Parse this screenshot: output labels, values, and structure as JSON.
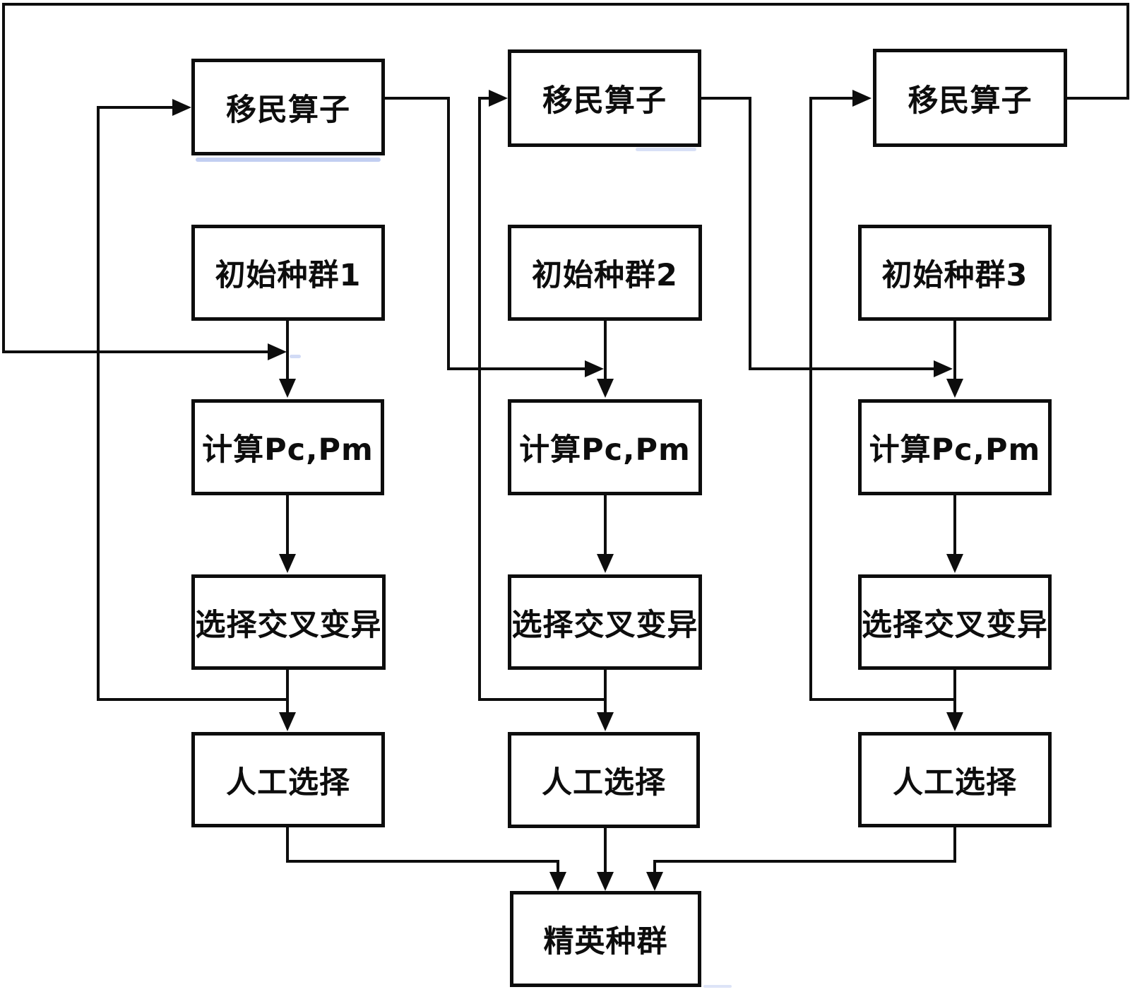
{
  "diagram": {
    "title_hint": "multi-population genetic algorithm flowchart",
    "ink_color": "#0d0d0d",
    "background_color": "#ffffff",
    "artifact_color": "#8fa6e6",
    "columns": [
      {
        "name": "column-1",
        "nodes": [
          {
            "id": "m1",
            "label": "移民算子"
          },
          {
            "id": "i1",
            "label": "初始种群1"
          },
          {
            "id": "c1",
            "label": "计算Pc,Pm"
          },
          {
            "id": "s1",
            "label": "选择交叉变异"
          },
          {
            "id": "a1",
            "label": "人工选择"
          }
        ]
      },
      {
        "name": "column-2",
        "nodes": [
          {
            "id": "m2",
            "label": "移民算子"
          },
          {
            "id": "i2",
            "label": "初始种群2"
          },
          {
            "id": "c2",
            "label": "计算Pc,Pm"
          },
          {
            "id": "s2",
            "label": "选择交叉变异"
          },
          {
            "id": "a2",
            "label": "人工选择"
          }
        ]
      },
      {
        "name": "column-3",
        "nodes": [
          {
            "id": "m3",
            "label": "移民算子"
          },
          {
            "id": "i3",
            "label": "初始种群3"
          },
          {
            "id": "c3",
            "label": "计算Pc,Pm"
          },
          {
            "id": "s3",
            "label": "选择交叉变异"
          },
          {
            "id": "a3",
            "label": "人工选择"
          }
        ]
      }
    ],
    "sink": {
      "id": "elite",
      "label": "精英种群"
    },
    "edges": [
      {
        "from": "i1",
        "to": "c1"
      },
      {
        "from": "c1",
        "to": "s1"
      },
      {
        "from": "s1",
        "to": "a1"
      },
      {
        "from": "s1",
        "to": "m1",
        "type": "feedback"
      },
      {
        "from": "m1",
        "to": "c2",
        "type": "migration"
      },
      {
        "from": "a1",
        "to": "elite"
      },
      {
        "from": "i2",
        "to": "c2"
      },
      {
        "from": "c2",
        "to": "s2"
      },
      {
        "from": "s2",
        "to": "a2"
      },
      {
        "from": "s2",
        "to": "m2",
        "type": "feedback"
      },
      {
        "from": "m2",
        "to": "c3",
        "type": "migration"
      },
      {
        "from": "a2",
        "to": "elite"
      },
      {
        "from": "i3",
        "to": "c3"
      },
      {
        "from": "c3",
        "to": "s3"
      },
      {
        "from": "s3",
        "to": "a3"
      },
      {
        "from": "s3",
        "to": "m3",
        "type": "feedback"
      },
      {
        "from": "m3",
        "to": "c1",
        "type": "migration-wraparound"
      },
      {
        "from": "a3",
        "to": "elite"
      }
    ]
  }
}
